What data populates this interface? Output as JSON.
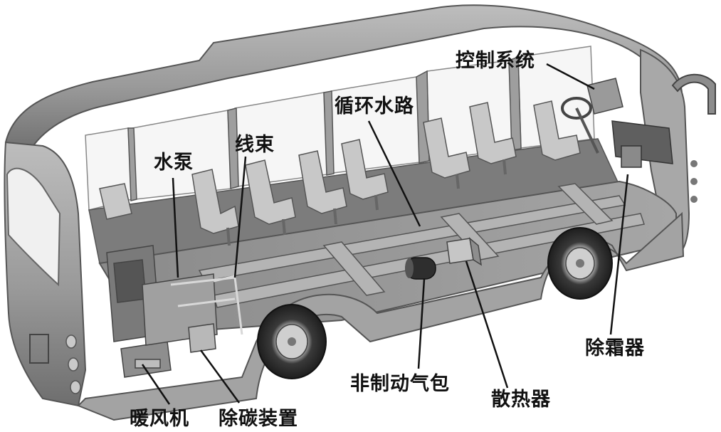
{
  "labels": {
    "control_system": "控制系统",
    "circulation_waterway": "循环水路",
    "wiring_harness": "线束",
    "water_pump": "水泵",
    "defroster": "除霜器",
    "non_braking_airbag": "非制动气包",
    "radiator": "散热器",
    "heater": "暖风机",
    "decarbonization_device": "除碳装置"
  },
  "colors": {
    "background": "#ffffff",
    "shell": "#9c9c9c",
    "shell_light": "#c2c2c2",
    "shell_dark": "#6a6a6a",
    "window": "#f4f4f4",
    "leader_line": "#111111",
    "text": "#111111"
  }
}
